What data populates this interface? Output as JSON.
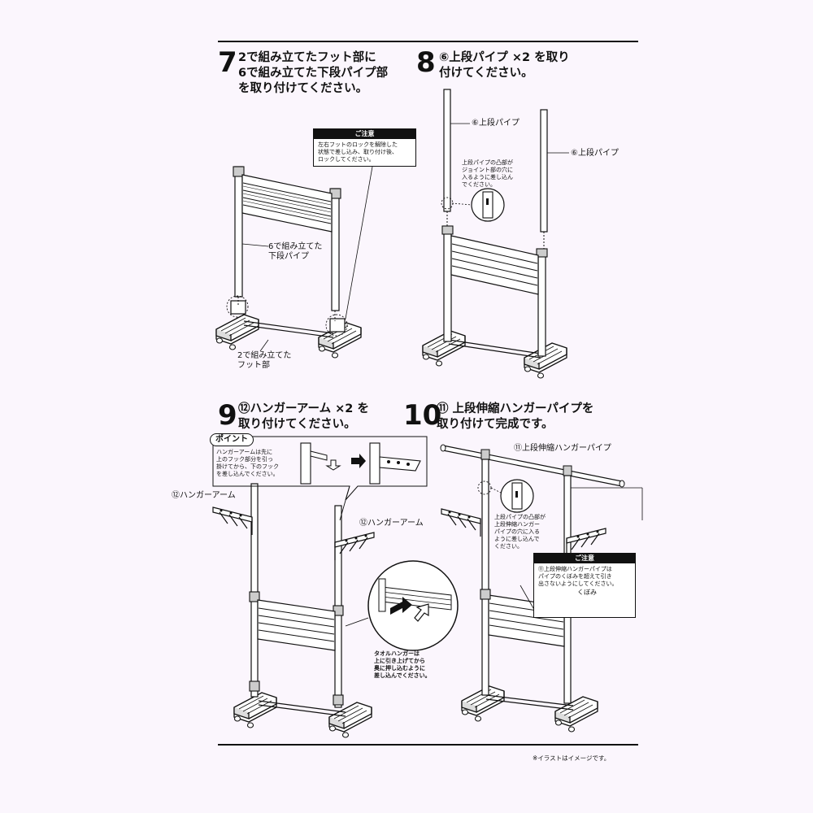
{
  "steps": [
    {
      "number": "7",
      "title": "2で組み立てたフット部に\n6で組み立てた下段パイプ部\nを取り付けてください。"
    },
    {
      "number": "8",
      "title": "⑥上段パイプ ×2 を取り\n付けてください。"
    },
    {
      "number": "9",
      "title": "⑫ハンガーアーム ×2 を\n取り付けてください。"
    },
    {
      "number": "10",
      "title": "⑪ 上段伸縮ハンガーパイプを\n取り付けて完成です。"
    }
  ],
  "step7": {
    "caution_title": "ご注意",
    "caution_text": "左右フットのロックを解除した\n状態で差し込み、取り付け後、\nロックしてください。",
    "label_lower_pipe": "6で組み立てた\n下段パイプ",
    "label_foot": "2で組み立てた\nフット部"
  },
  "step8": {
    "label_upper_pipe_left": "⑥上段パイプ",
    "label_upper_pipe_right": "⑥上段パイプ",
    "note_joint": "上段パイプの凸部が\nジョイント部の穴に\n入るように差し込ん\nでください。"
  },
  "step9": {
    "point_tag": "ポイント",
    "point_text": "ハンガーアームは先に\n上のフック部分を引っ\n掛けてから、下のフック\nを差し込んでください。",
    "label_arm_left": "⑫ハンガーアーム",
    "label_arm_right": "⑫ハンガーアーム",
    "towel_note": "タオルハンガーは\n上に引き上げてから\n奥に押し込むように\n差し込んでください。"
  },
  "step10": {
    "label_extend_pipe": "⑪上段伸縮ハンガーパイプ",
    "note_joint": "上段パイプの凸部が\n上段伸縮ハンガー\nパイプの穴に入る\nように差し込んで\nください。",
    "caution_title": "ご注意",
    "caution_text": "⑪上段伸縮ハンガーパイプは\nパイプのくぼみを超えて引き\n出さないようにしてください。",
    "label_dent": "くぼみ"
  },
  "footer_note": "※イラストはイメージです。"
}
